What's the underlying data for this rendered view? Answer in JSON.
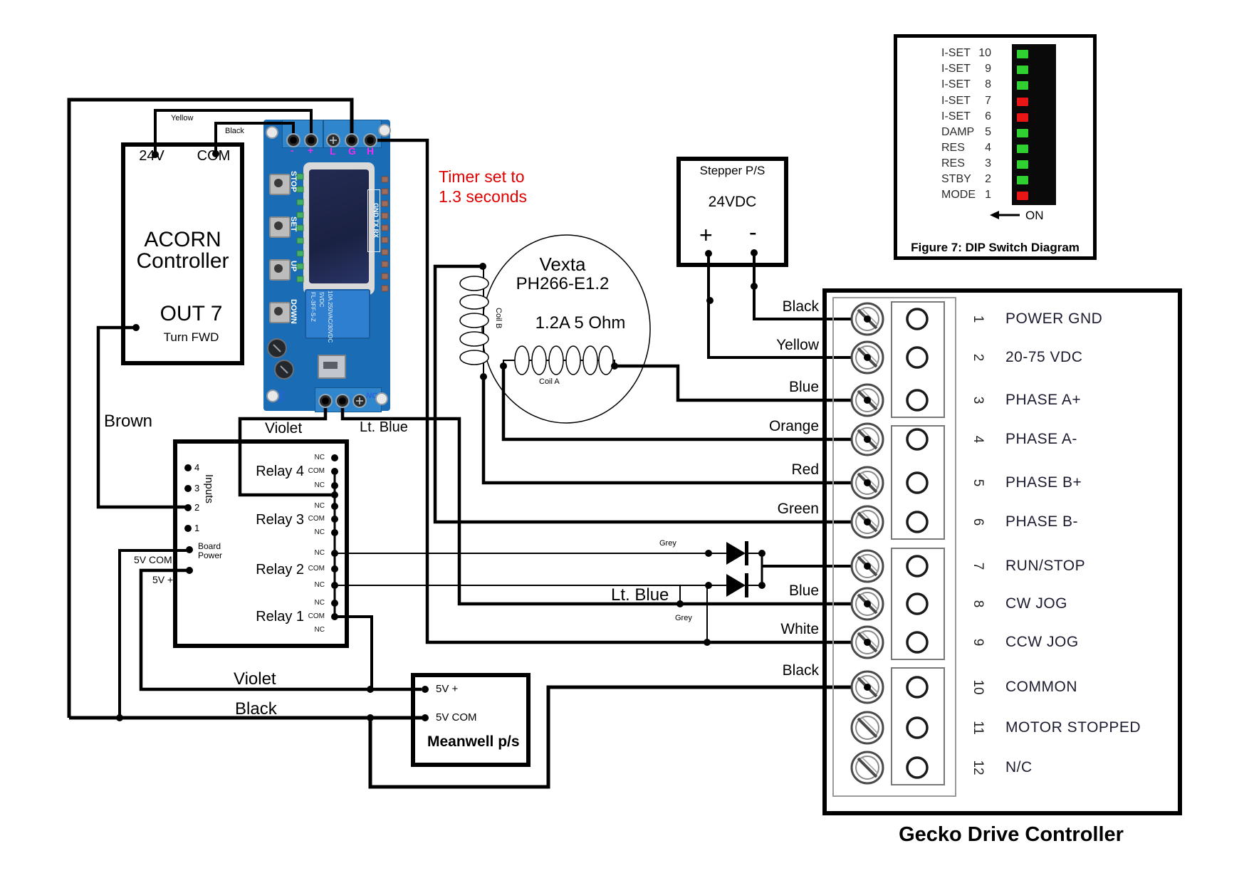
{
  "acorn": {
    "terminal_24v": "24V",
    "terminal_com": "COM",
    "title_line1": "ACORN",
    "title_line2": "Controller",
    "output": "OUT 7",
    "output_note": "Turn FWD"
  },
  "timer_note": {
    "line1": "Timer set to",
    "line2": "1.3 seconds",
    "color": "#e10000"
  },
  "timer_board": {
    "buttons": [
      "STOP",
      "SET",
      "UP",
      "DOWN"
    ],
    "top_left_terminals": [
      "-",
      "+"
    ],
    "top_right_terminals": [
      "L",
      "G",
      "H"
    ],
    "serial_label": "GND TX RX",
    "relay_line1": "FL-3FF-S-Z",
    "relay_line2": "5VDC",
    "relay_line3": "10A 250VAC/30VDC",
    "bottom_left_mark": "NO",
    "bottom_right_mark": "NC"
  },
  "motor": {
    "brand": "Vexta",
    "model": "PH266-E1.2",
    "rating": "1.2A 5 Ohm",
    "coil_a": "Coil A",
    "coil_b": "Coil B"
  },
  "stepper_ps": {
    "title": "Stepper P/S",
    "voltage": "24VDC",
    "plus": "+",
    "minus": "-"
  },
  "relay_board": {
    "inputs_label": "Inputs",
    "input_numbers": [
      "4",
      "3",
      "2",
      "1"
    ],
    "board_power_label": "Board Power",
    "power_com_label": "5V COM",
    "power_plus_label": "5V +",
    "relays": [
      {
        "name": "Relay 4",
        "contacts": [
          "NC",
          "COM",
          "NC"
        ]
      },
      {
        "name": "Relay 3",
        "contacts": [
          "NC",
          "COM",
          "NC"
        ]
      },
      {
        "name": "Relay 2",
        "contacts": [
          "NC",
          "COM",
          "NC"
        ]
      },
      {
        "name": "Relay 1",
        "contacts": [
          "NC",
          "COM",
          "NC"
        ]
      }
    ]
  },
  "meanwell": {
    "plus_label": "5V +",
    "com_label": "5V COM",
    "title": "Meanwell p/s"
  },
  "gecko": {
    "title": "Gecko Drive Controller",
    "terminals": [
      {
        "n": "1",
        "label": "POWER GND"
      },
      {
        "n": "2",
        "label": "20-75 VDC"
      },
      {
        "n": "3",
        "label": "PHASE A+"
      },
      {
        "n": "4",
        "label": "PHASE A-"
      },
      {
        "n": "5",
        "label": "PHASE B+"
      },
      {
        "n": "6",
        "label": "PHASE B-"
      },
      {
        "n": "7",
        "label": "RUN/STOP"
      },
      {
        "n": "8",
        "label": "CW JOG"
      },
      {
        "n": "9",
        "label": "CCW JOG"
      },
      {
        "n": "10",
        "label": "COMMON"
      },
      {
        "n": "11",
        "label": "MOTOR STOPPED"
      },
      {
        "n": "12",
        "label": "N/C"
      }
    ]
  },
  "dip": {
    "caption": "Figure 7: DIP Switch Diagram",
    "on_label": "ON",
    "rows": [
      {
        "label": "I-SET",
        "n": "10",
        "color": "#2fd02f"
      },
      {
        "label": "I-SET",
        "n": "9",
        "color": "#2fd02f"
      },
      {
        "label": "I-SET",
        "n": "8",
        "color": "#2fd02f"
      },
      {
        "label": "I-SET",
        "n": "7",
        "color": "#ea1515"
      },
      {
        "label": "I-SET",
        "n": "6",
        "color": "#ea1515"
      },
      {
        "label": "DAMP",
        "n": "5",
        "color": "#2fd02f"
      },
      {
        "label": "RES",
        "n": "4",
        "color": "#2fd02f"
      },
      {
        "label": "RES",
        "n": "3",
        "color": "#2fd02f"
      },
      {
        "label": "STBY",
        "n": "2",
        "color": "#2fd02f"
      },
      {
        "label": "MODE",
        "n": "1",
        "color": "#ea1515"
      }
    ]
  },
  "wire_labels": {
    "yellow_top": "Yellow",
    "black_top": "Black",
    "brown": "Brown",
    "violet_timer": "Violet",
    "ltblue_timer": "Lt. Blue",
    "violet_bottom": "Violet",
    "black_bottom": "Black",
    "ltblue_mid": "Lt. Blue",
    "grey1": "Grey",
    "grey2": "Grey",
    "to_gecko": [
      "Black",
      "Yellow",
      "Blue",
      "Orange",
      "Red",
      "Green",
      "Blue",
      "White",
      "Black"
    ]
  }
}
